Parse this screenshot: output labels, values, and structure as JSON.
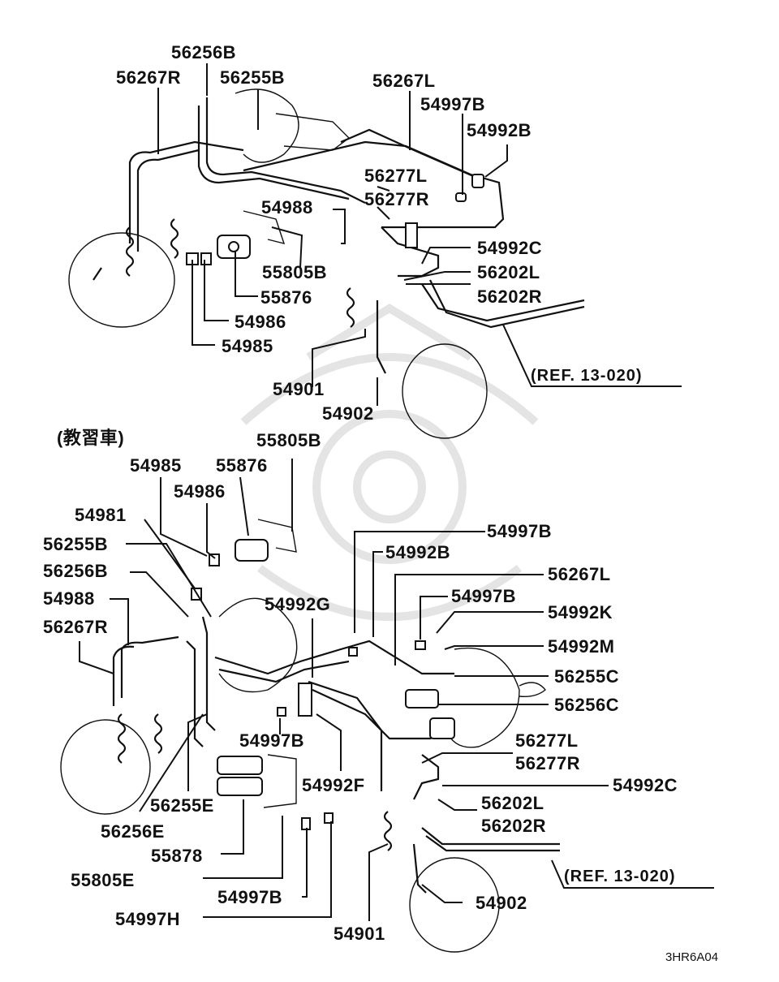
{
  "top": {
    "labels": {
      "l56256B": "56256B",
      "l56267R": "56267R",
      "l56255B": "56255B",
      "l56267L": "56267L",
      "l54997B": "54997B",
      "l54992B": "54992B",
      "l56277L": "56277L",
      "l56277R": "56277R",
      "l54988": "54988",
      "l55805B": "55805B",
      "l55876": "55876",
      "l54986": "54986",
      "l54985": "54985",
      "l54992C": "54992C",
      "l56202L": "56202L",
      "l56202R": "56202R",
      "l54901": "54901",
      "l54902": "54902",
      "ref": "(REF. 13-020)"
    }
  },
  "bottom": {
    "title": "(教習車)",
    "labels": {
      "l55805B": "55805B",
      "l54985": "54985",
      "l55876": "55876",
      "l54986": "54986",
      "l54981": "54981",
      "l56255B": "56255B",
      "l56256B": "56256B",
      "l54988": "54988",
      "l56267R": "56267R",
      "l54992G": "54992G",
      "l54997B_a": "54997B",
      "l54992B": "54992B",
      "l56267L": "56267L",
      "l54997B_b": "54997B",
      "l54992K": "54992K",
      "l54992M": "54992M",
      "l56255C": "56255C",
      "l56256C": "56256C",
      "l56277L": "56277L",
      "l56277R": "56277R",
      "l54992C": "54992C",
      "l56202L": "56202L",
      "l56202R": "56202R",
      "l54997B_c": "54997B",
      "l54992F": "54992F",
      "l56255E": "56255E",
      "l56256E": "56256E",
      "l55878": "55878",
      "l55805E": "55805E",
      "l54997B_d": "54997B",
      "l54997H": "54997H",
      "l54901": "54901",
      "l54902": "54902",
      "ref": "(REF. 13-020)"
    }
  },
  "footer": {
    "code": "3HR6A04"
  }
}
